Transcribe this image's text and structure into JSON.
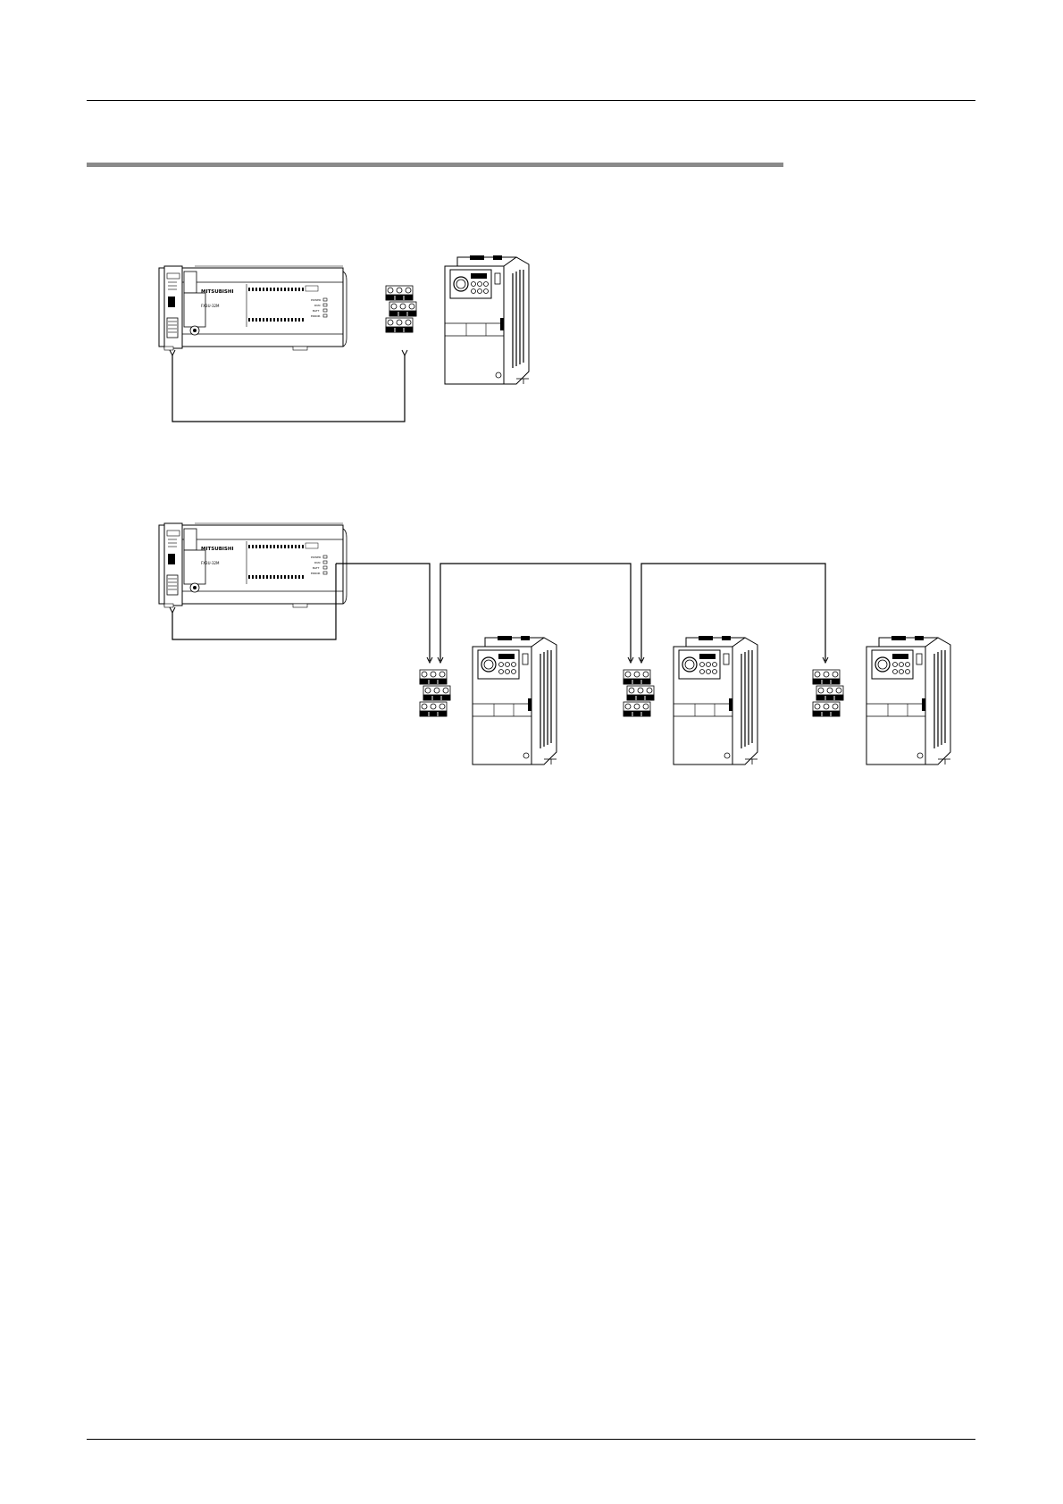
{
  "page": {
    "header_rule": "top-rule",
    "section_bar_color": "#8a8a8a",
    "footer_rule": "bottom-rule"
  },
  "figures": [
    {
      "id": "one-to-one",
      "plc": {
        "brand": "MITSUBISHI",
        "model": "FX3U-32M",
        "label": "FX3U-32M"
      },
      "terminal_blocks": 1,
      "inverters": 1
    },
    {
      "id": "one-to-n",
      "plc": {
        "brand": "MITSUBISHI",
        "model": "FX3U-32M",
        "label": "FX3U-32M"
      },
      "terminal_blocks": 3,
      "inverters": 3
    }
  ]
}
